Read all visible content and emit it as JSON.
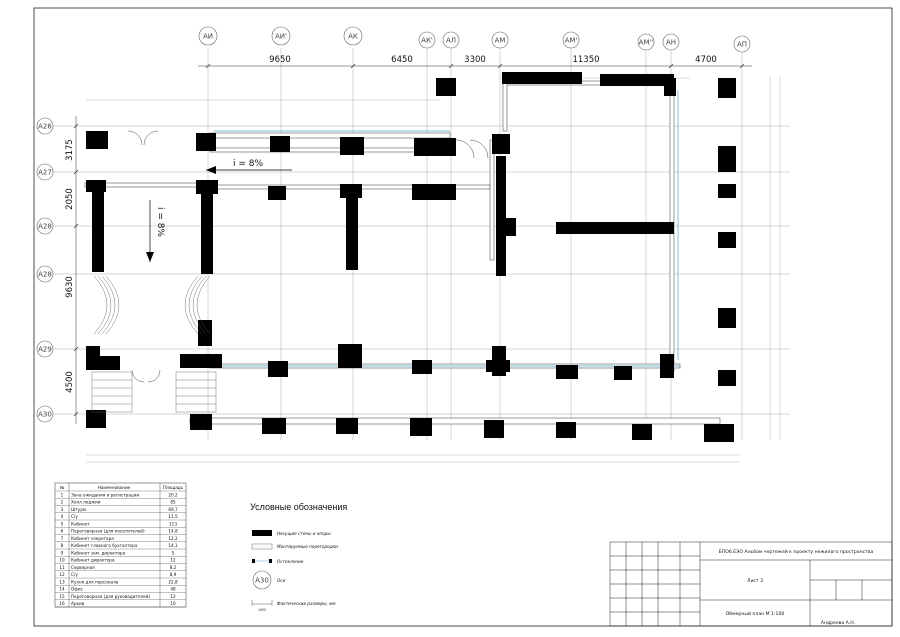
{
  "sheet": {
    "slope_h": "i = 8%",
    "slope_v": "i = 8%"
  },
  "axes_top": [
    "АИ",
    "АИ'",
    "АК",
    "АК'",
    "АЛ",
    "АМ",
    "АМ'",
    "АМ''",
    "АН",
    "АП"
  ],
  "axes_left": [
    "А26",
    "А27",
    "А28",
    "А28",
    "А29",
    "А30"
  ],
  "dims_top": [
    "9650",
    "6450",
    "3300",
    "11350",
    "4700"
  ],
  "dims_left": [
    "3175",
    "2050",
    "9630",
    "4500"
  ],
  "room_table": {
    "headers": [
      "№",
      "Наименование",
      "Площадь"
    ],
    "rows": [
      [
        "1",
        "Зона ожидания и регистрации",
        "20,2"
      ],
      [
        "2",
        "Холл лоджии",
        "85"
      ],
      [
        "3",
        "Штурм",
        "69,7"
      ],
      [
        "4",
        "С/у",
        "11,5"
      ],
      [
        "5",
        "Кабинет",
        "113"
      ],
      [
        "6",
        "Переговорная (для посетителей)",
        "14,8"
      ],
      [
        "7",
        "Кабинет секретаря",
        "12,2"
      ],
      [
        "8",
        "Кабинет главного бухгалтера",
        "14,1"
      ],
      [
        "9",
        "Кабинет зам. директора",
        "5"
      ],
      [
        "10",
        "Кабинет директора",
        "12"
      ],
      [
        "11",
        "Серверная",
        "8,2"
      ],
      [
        "12",
        "С/у",
        "8,9"
      ],
      [
        "13",
        "Кухня для персонала",
        "22,8"
      ],
      [
        "14",
        "Офис",
        "48"
      ],
      [
        "15",
        "Переговорная (для руководителей)",
        "12"
      ],
      [
        "16",
        "Архив",
        "10"
      ]
    ]
  },
  "legend": {
    "title": "Условные обозначения",
    "items": [
      "Несущие стены и опоры",
      "Монтируемые перегородки",
      "Остекление",
      "Оси",
      "Фактические размеры, мм"
    ],
    "axis_sample": "А30",
    "dim_sample": "1600"
  },
  "title_block": {
    "project": "БПО6.ЕЭО Альбом чертежей к проекту нежилого пространства",
    "sheet": "Лист 3",
    "drawing": "Обмерный план М 1:100",
    "author": "Андреева А.Н."
  }
}
